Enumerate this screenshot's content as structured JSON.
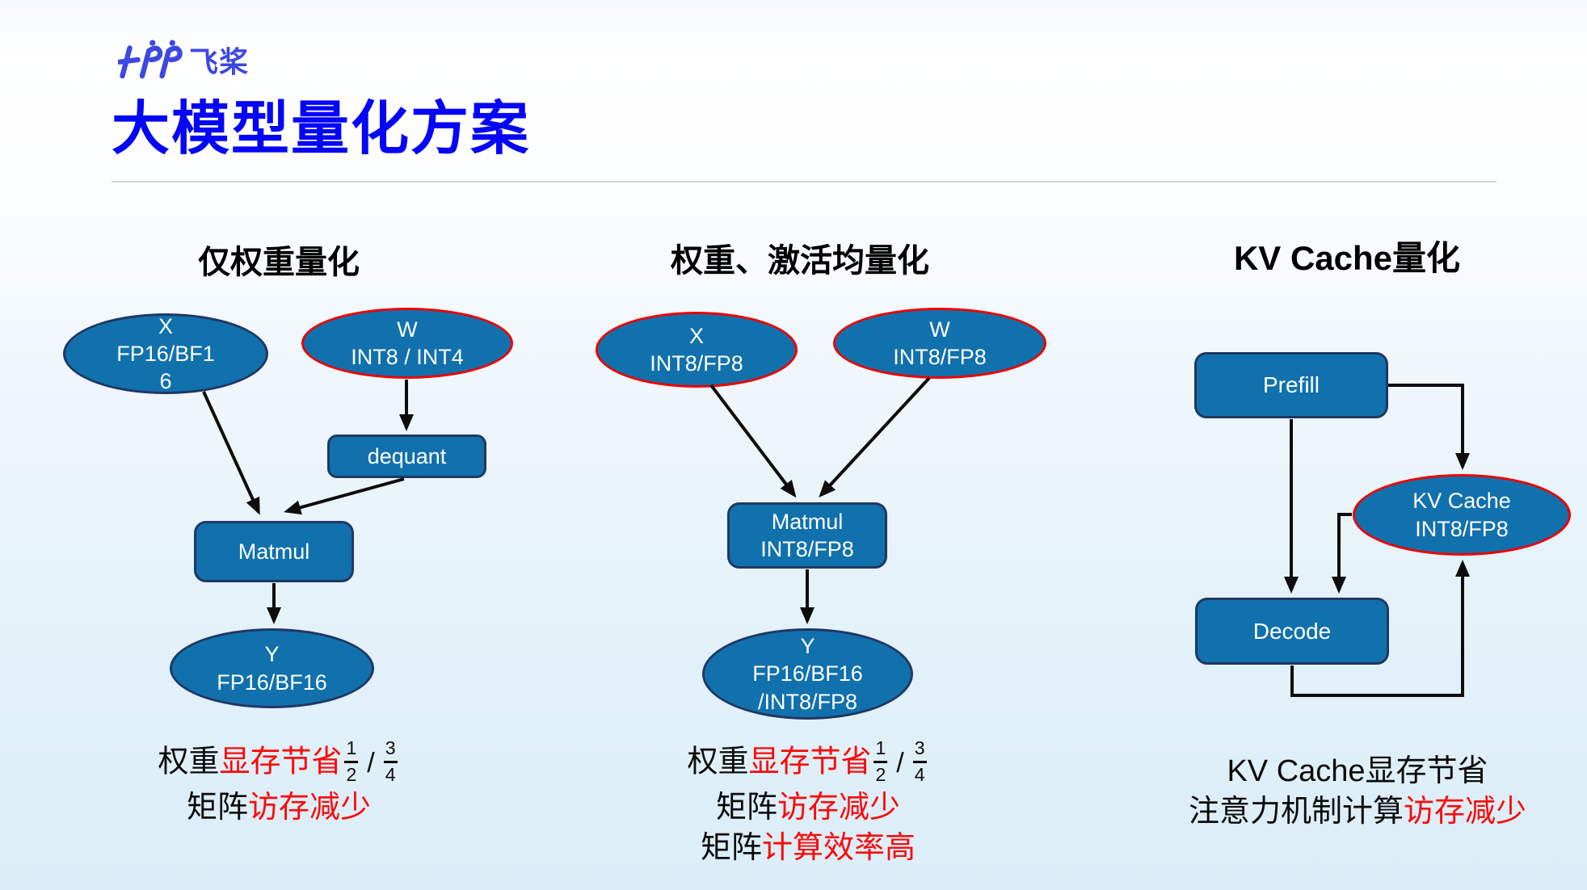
{
  "logo": {
    "brand": "飞桨",
    "color": "#3D47E3"
  },
  "title": {
    "text": "大模型量化方案",
    "color": "#0505F7"
  },
  "colors": {
    "node_fill": "#1171AD",
    "node_border_dark": "#1F3864",
    "node_border_red": "#EE0000",
    "red_text": "#FB0A0A",
    "title_blue": "#0505F7",
    "divider_gray": "#D7D7D7",
    "arrow_black": "#0D0D0D",
    "background_bottom": "#DBEDF8"
  },
  "fractions": {
    "half": {
      "num": "1",
      "den": "2"
    },
    "separator": "/",
    "three_quarters": {
      "num": "3",
      "den": "4"
    }
  },
  "weight_only": {
    "header": "仅权重量化",
    "node_x": "X\nFP16/BF1\n6",
    "node_w": "W\nINT8 / INT4",
    "node_dequant": "dequant",
    "node_matmul": "Matmul",
    "node_y": "Y\nFP16/BF16",
    "note1_prefix": "权重",
    "note1_highlight": "显存节省",
    "note2_prefix": "矩阵",
    "note2_highlight": "访存减少"
  },
  "weight_activation": {
    "header": "权重、激活均量化",
    "node_x": "X\nINT8/FP8",
    "node_w": "W\nINT8/FP8",
    "node_matmul": "Matmul\nINT8/FP8",
    "node_y": "Y\nFP16/BF16\n/INT8/FP8",
    "note1_prefix": "权重",
    "note1_highlight": "显存节省",
    "note2_prefix": "矩阵",
    "note2_highlight": "访存减少",
    "note3_prefix": "矩阵",
    "note3_highlight": "计算效率高"
  },
  "kv_cache": {
    "header": "KV Cache量化",
    "node_prefill": "Prefill",
    "node_kvcache": "KV Cache\nINT8/FP8",
    "node_decode": "Decode",
    "note1": "KV Cache显存节省",
    "note2_prefix": "注意力机制计算",
    "note2_highlight": "访存减少"
  }
}
